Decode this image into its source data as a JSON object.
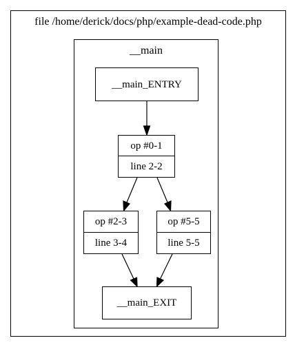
{
  "graph": {
    "file_cluster_label": "file /home/derick/docs/php/example-dead-code.php",
    "function_cluster_label": "__main",
    "nodes": {
      "entry": {
        "label": "__main_ENTRY"
      },
      "op0": {
        "op": "op #0-1",
        "line": "line 2-2"
      },
      "op2": {
        "op": "op #2-3",
        "line": "line 3-4"
      },
      "op5": {
        "op": "op #5-5",
        "line": "line 5-5"
      },
      "exit": {
        "label": "__main_EXIT"
      }
    },
    "edges": [
      {
        "from": "__main_ENTRY",
        "to": "op #0-1"
      },
      {
        "from": "op #0-1",
        "to": "op #2-3"
      },
      {
        "from": "op #0-1",
        "to": "op #5-5"
      },
      {
        "from": "op #2-3",
        "to": "__main_EXIT"
      },
      {
        "from": "op #5-5",
        "to": "__main_EXIT"
      }
    ]
  }
}
